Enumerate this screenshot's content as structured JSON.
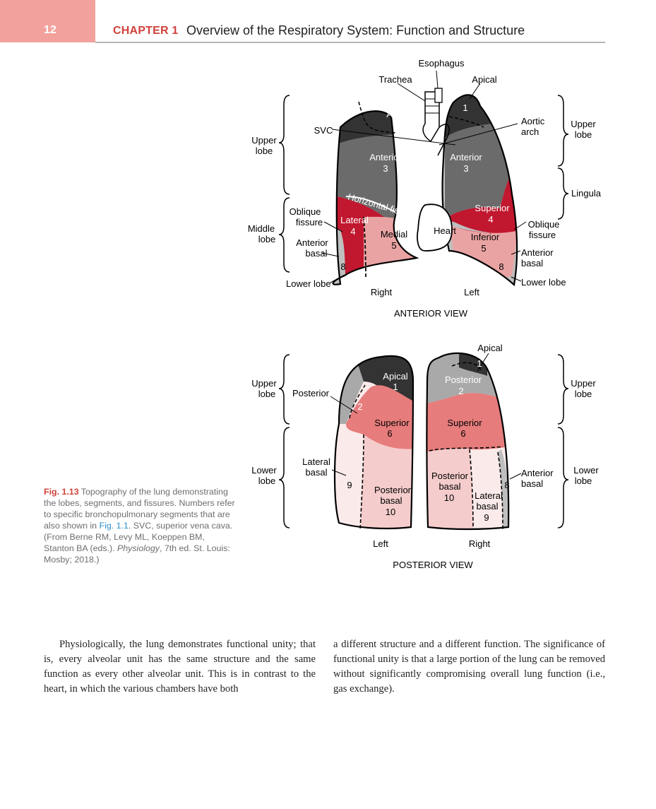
{
  "header": {
    "page_number": "12",
    "chapter_label": "CHAPTER 1",
    "chapter_title": "Overview of the Respiratory System: Function and Structure"
  },
  "figure": {
    "anterior": {
      "view_title": "ANTERIOR VIEW",
      "labels": {
        "esophagus": "Esophagus",
        "trachea": "Trachea",
        "apical_callout": "Apical",
        "svc": "SVC",
        "aortic_arch_1": "Aortic",
        "aortic_arch_2": "arch",
        "upper_lobe_left_1": "Upper",
        "upper_lobe_left_2": "lobe",
        "middle_lobe_1": "Middle",
        "middle_lobe_2": "lobe",
        "upper_lobe_right_1": "Upper",
        "upper_lobe_right_2": "lobe",
        "lingula": "Lingula",
        "oblique_fissure_r_1": "Oblique",
        "oblique_fissure_r_2": "fissure",
        "oblique_fissure_l_1": "Oblique",
        "oblique_fissure_l_2": "fissure",
        "anterior_basal_r_1": "Anterior",
        "anterior_basal_r_2": "basal",
        "anterior_basal_l_1": "Anterior",
        "anterior_basal_l_2": "basal",
        "lower_lobe_r": "Lower lobe",
        "lower_lobe_l": "Lower lobe",
        "horizontal_fissure": "Horizontal fissure",
        "heart": "Heart",
        "right": "Right",
        "left": "Left"
      },
      "segments": {
        "r_apical": {
          "name": "Apical",
          "num": "1"
        },
        "r_anterior": {
          "name": "Anterior",
          "num": "3"
        },
        "r_lateral": {
          "name": "Lateral",
          "num": "4"
        },
        "r_medial": {
          "name": "Medial",
          "num": "5"
        },
        "r_basal": {
          "num": "8"
        },
        "l_apical": {
          "num": "1"
        },
        "l_anterior": {
          "name": "Anterior",
          "num": "3"
        },
        "l_superior": {
          "name": "Superior",
          "num": "4"
        },
        "l_inferior": {
          "name": "Inferior",
          "num": "5"
        },
        "l_basal": {
          "num": "8"
        }
      }
    },
    "posterior": {
      "view_title": "POSTERIOR VIEW",
      "labels": {
        "apical_callout": "Apical",
        "posterior_callout": "Posterior",
        "lateral_basal_1": "Lateral",
        "lateral_basal_2": "basal",
        "anterior_basal_1": "Anterior",
        "anterior_basal_2": "basal",
        "upper_lobe_left_1": "Upper",
        "upper_lobe_left_2": "lobe",
        "lower_lobe_left_1": "Lower",
        "lower_lobe_left_2": "lobe",
        "upper_lobe_right_1": "Upper",
        "upper_lobe_right_2": "lobe",
        "lower_lobe_right_1": "Lower",
        "lower_lobe_right_2": "lobe",
        "left": "Left",
        "right": "Right"
      },
      "segments": {
        "l_apical": {
          "name": "Apical",
          "num": "1"
        },
        "l_posterior": {
          "num": "2"
        },
        "l_superior": {
          "name": "Superior",
          "num": "6"
        },
        "l_lateral_basal": {
          "num": "9"
        },
        "l_posterior_basal": {
          "name_1": "Posterior",
          "name_2": "basal",
          "num": "10"
        },
        "r_apical": {
          "num": "1"
        },
        "r_posterior": {
          "name": "Posterior",
          "num": "2"
        },
        "r_superior": {
          "name": "Superior",
          "num": "6"
        },
        "r_posterior_basal": {
          "name_1": "Posterior",
          "name_2": "basal",
          "num": "10"
        },
        "r_lateral_basal": {
          "name_1": "Lateral",
          "name_2": "basal",
          "num": "9"
        },
        "r_anterior_basal": {
          "num": "8"
        }
      }
    },
    "colors": {
      "dark": "#333333",
      "gray": "#6b6b6b",
      "red": "#c1172f",
      "pink": "#eaa3a3",
      "salmon": "#e77c7c",
      "light_gray": "#bfbfbf",
      "pale_pink": "#f5cccc",
      "very_pale": "#faeaea",
      "mid_gray": "#a9a9a9"
    }
  },
  "caption": {
    "fig_num": "Fig. 1.13",
    "text_1": " Topography of the lung demonstrating the lobes, segments, and fissures. Numbers refer to specific bronchopulmonary segments that are also shown in ",
    "fig_ref": "Fig. 1.1",
    "text_2": ". SVC, superior vena cava. (From Berne RM, Levy ML, Koeppen BM, Stanton BA (eds.). ",
    "journal": "Physiology",
    "text_3": ", 7th ed. St. Louis: Mosby; 2018.)"
  },
  "body": {
    "left": "Physiologically, the lung demonstrates functional unity; that is, every alveolar unit has the same structure and the same function as every other alveolar unit. This is in contrast to the heart, in which the various chambers have both",
    "right": "a different structure and a different function. The significance of functional unity is that a large portion of the lung can be removed without significantly compromising overall lung function (i.e., gas exchange)."
  }
}
